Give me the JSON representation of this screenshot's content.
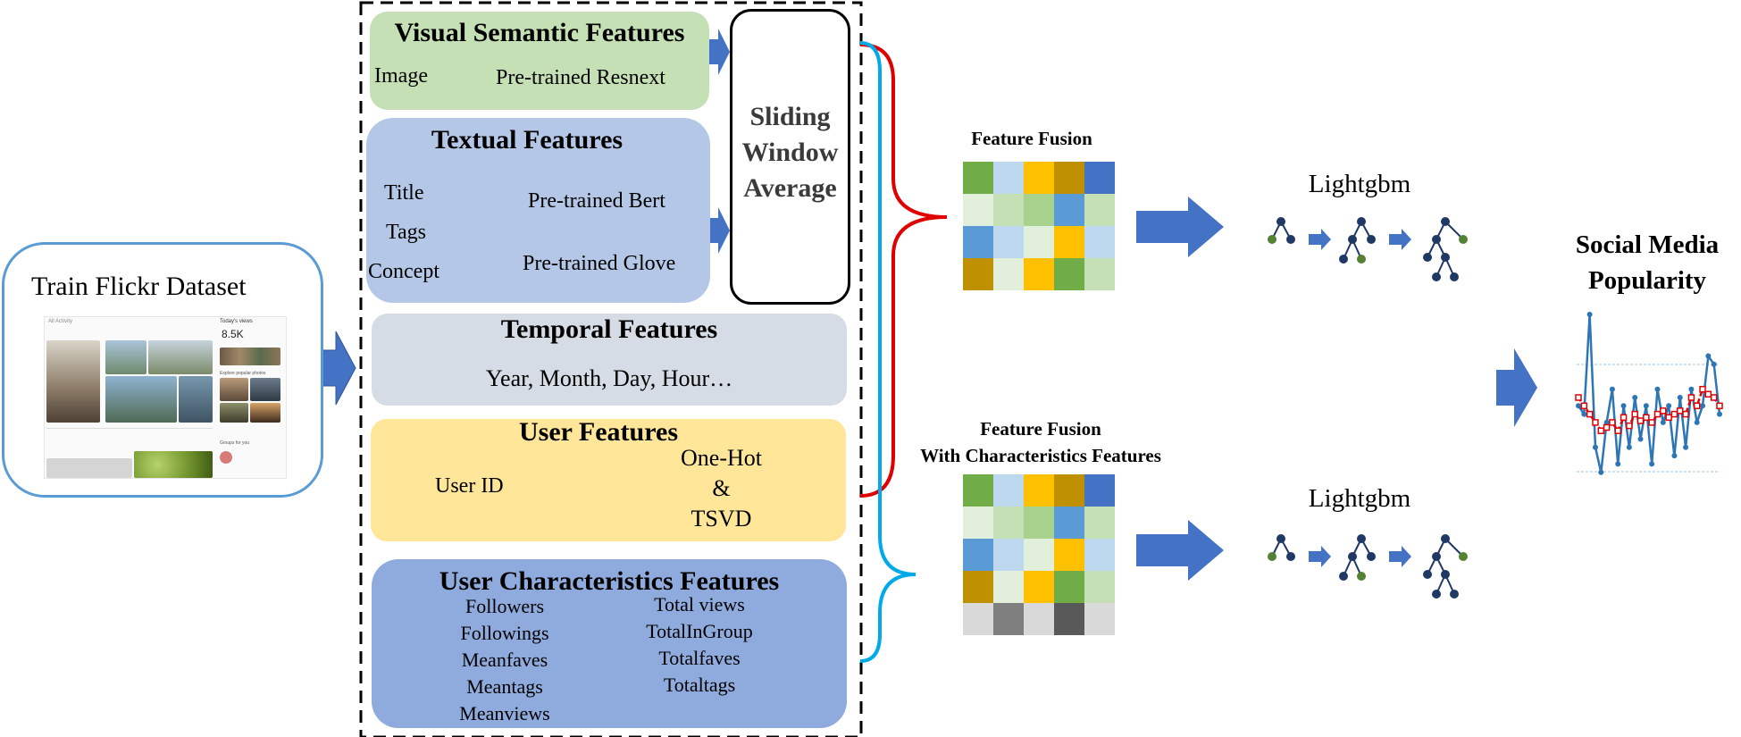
{
  "dataset": {
    "title": "Train Flickr Dataset",
    "preview": {
      "header_left": "All Activity",
      "header_right": "Today's views",
      "views": "8.5K",
      "explore": "Explore popular photos",
      "groups": "Groups for you"
    }
  },
  "visual": {
    "title": "Visual Semantic Features",
    "source": "Image",
    "model": "Pre-trained Resnext"
  },
  "textual": {
    "title": "Textual Features",
    "inputs": [
      "Title",
      "Tags",
      "Concept"
    ],
    "models": [
      "Pre-trained Bert",
      "Pre-trained Glove"
    ]
  },
  "temporal": {
    "title": "Temporal Features",
    "items": "Year, Month, Day, Hour…"
  },
  "user": {
    "title": "User Features",
    "input": "User ID",
    "enc_1": "One-Hot",
    "enc_2": "&",
    "enc_3": "TSVD"
  },
  "characteristics": {
    "title": "User Characteristics Features",
    "left": [
      "Followers",
      "Followings",
      "Meanfaves",
      "Meantags",
      "Meanviews"
    ],
    "right": [
      "Total views",
      "TotalInGroup",
      "Totalfaves",
      "Totaltags"
    ]
  },
  "sliding": {
    "line1": "Sliding",
    "line2": "Window",
    "line3": "Average"
  },
  "fusion_top": {
    "title": "Feature Fusion"
  },
  "fusion_bottom": {
    "line1": "Feature Fusion",
    "line2": "With Characteristics Features"
  },
  "model_top": {
    "label": "Lightgbm"
  },
  "model_bottom": {
    "label": "Lightgbm"
  },
  "output": {
    "line1": "Social Media",
    "line2": "Popularity"
  },
  "colors": {
    "arrow_blue": "#4472c4",
    "red": "#e00000",
    "cyan": "#00a9e8",
    "visual_bg": "#c5e0b4",
    "textual_bg": "#b4c7e7",
    "temporal_bg": "#d6dce5",
    "user_bg": "#ffe699",
    "char_bg": "#8faadc"
  },
  "fusion_grid_top": [
    [
      "#70ad47",
      "#bdd7ee",
      "#ffc000",
      "#bf9000",
      "#4472c4"
    ],
    [
      "#e2efda",
      "#c5e0b4",
      "#a9d18e",
      "#5b9bd5",
      "#c5e0b4"
    ],
    [
      "#5b9bd5",
      "#bdd7ee",
      "#e2efda",
      "#ffc000",
      "#bdd7ee"
    ],
    [
      "#bf9000",
      "#e2efda",
      "#ffc000",
      "#70ad47",
      "#c5e0b4"
    ]
  ],
  "fusion_grid_bottom": [
    [
      "#70ad47",
      "#bdd7ee",
      "#ffc000",
      "#bf9000",
      "#4472c4"
    ],
    [
      "#e2efda",
      "#c5e0b4",
      "#a9d18e",
      "#5b9bd5",
      "#c5e0b4"
    ],
    [
      "#5b9bd5",
      "#bdd7ee",
      "#e2efda",
      "#ffc000",
      "#bdd7ee"
    ],
    [
      "#bf9000",
      "#e2efda",
      "#ffc000",
      "#70ad47",
      "#c5e0b4"
    ],
    [
      "#d9d9d9",
      "#7f7f7f",
      "#d9d9d9",
      "#595959",
      "#d9d9d9"
    ]
  ],
  "popularity_series": {
    "actual": [
      0.45,
      0.4,
      1.0,
      0.2,
      0.05,
      0.35,
      0.55,
      0.1,
      0.45,
      0.2,
      0.5,
      0.25,
      0.45,
      0.1,
      0.55,
      0.35,
      0.45,
      0.15,
      0.5,
      0.2,
      0.55,
      0.35,
      0.45,
      0.75,
      0.7,
      0.4
    ],
    "predicted": [
      0.5,
      0.45,
      0.4,
      0.35,
      0.3,
      0.32,
      0.35,
      0.3,
      0.38,
      0.33,
      0.4,
      0.36,
      0.38,
      0.35,
      0.4,
      0.42,
      0.38,
      0.4,
      0.42,
      0.4,
      0.5,
      0.45,
      0.55,
      0.52,
      0.5,
      0.45
    ]
  }
}
